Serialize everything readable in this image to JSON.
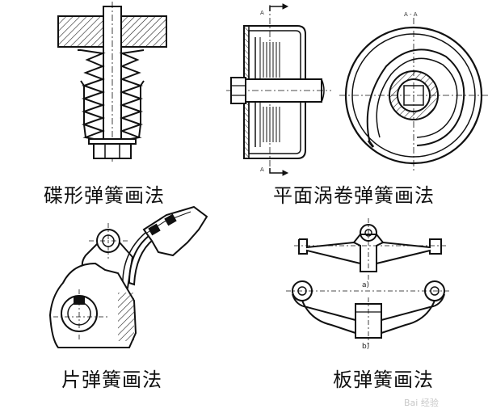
{
  "figures": [
    {
      "caption": "碟形弹簧画法"
    },
    {
      "caption": "平面涡卷弹簧画法",
      "section_marks": [
        "A",
        "A"
      ],
      "section_title": "A - A"
    },
    {
      "caption": "片弹簧画法"
    },
    {
      "caption": "板弹簧画法",
      "sub_labels": [
        "a)",
        "b)"
      ]
    }
  ],
  "watermark": "Bai 经验"
}
